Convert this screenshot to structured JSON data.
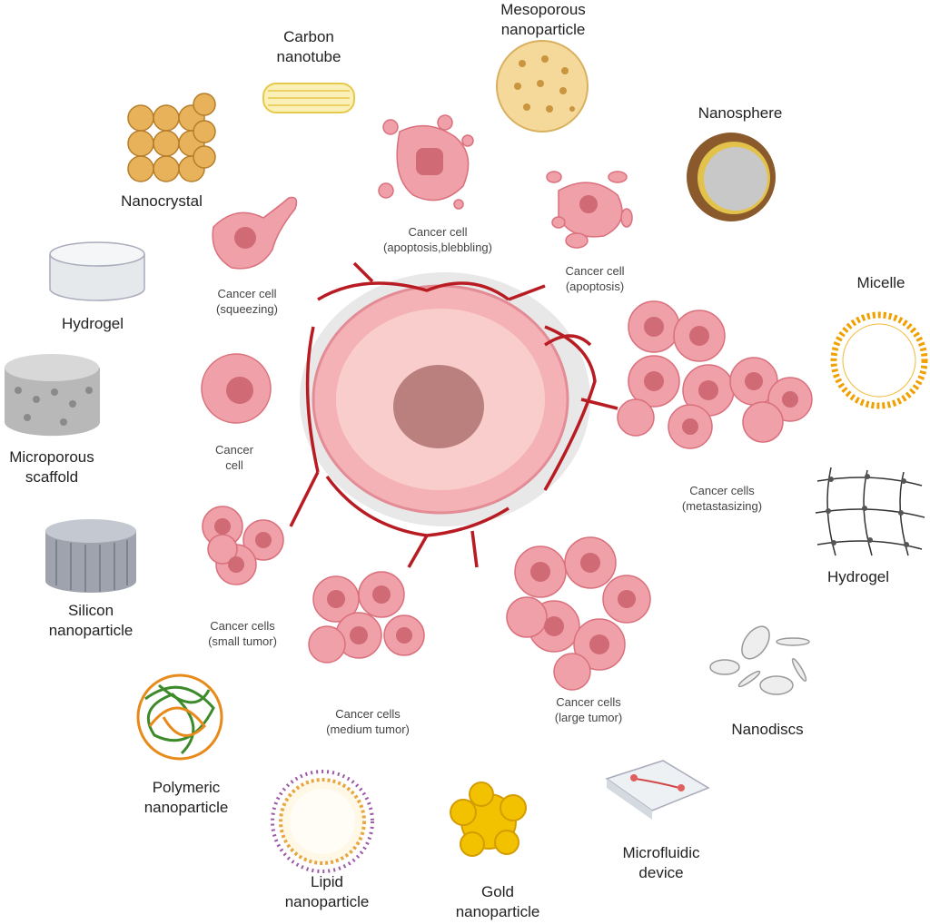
{
  "title": "Nanomaterials surrounding tumor and cancer cell states",
  "colors": {
    "cell": "#f0a0a8",
    "cell_stroke": "#d9707c",
    "nucleus": "#d06a75",
    "vessel": "#b81c22",
    "gold": "#f2c200",
    "text": "#222222"
  },
  "nanomaterials": [
    {
      "id": "carbon-nanotube",
      "lines": [
        "Carbon",
        "nanotube"
      ]
    },
    {
      "id": "mesoporous-nanoparticle",
      "lines": [
        "Mesoporous",
        "nanoparticle"
      ]
    },
    {
      "id": "nanosphere",
      "lines": [
        "Nanosphere"
      ]
    },
    {
      "id": "nanocrystal",
      "lines": [
        "Nanocrystal"
      ]
    },
    {
      "id": "hydrogel-left",
      "lines": [
        "Hydrogel"
      ]
    },
    {
      "id": "micelle",
      "lines": [
        "Micelle"
      ]
    },
    {
      "id": "microporous-scaffold",
      "lines": [
        "Microporous",
        "scaffold"
      ]
    },
    {
      "id": "silicon-nanoparticle",
      "lines": [
        "Silicon",
        "nanoparticle"
      ]
    },
    {
      "id": "hydrogel-right",
      "lines": [
        "Hydrogel"
      ]
    },
    {
      "id": "nanodiscs",
      "lines": [
        "Nanodiscs"
      ]
    },
    {
      "id": "polymeric-nanoparticle",
      "lines": [
        "Polymeric",
        "nanoparticle"
      ]
    },
    {
      "id": "lipid-nanoparticle",
      "lines": [
        "Lipid",
        "nanoparticle"
      ]
    },
    {
      "id": "gold-nanoparticle",
      "lines": [
        "Gold",
        "nanoparticle"
      ]
    },
    {
      "id": "microfluidic-device",
      "lines": [
        "Microfluidic",
        "device"
      ]
    }
  ],
  "cells": [
    {
      "id": "apoptosis-blebbling",
      "lines": [
        "Cancer cell",
        "(apoptosis,blebbling)"
      ]
    },
    {
      "id": "apoptosis",
      "lines": [
        "Cancer cell",
        "(apoptosis)"
      ]
    },
    {
      "id": "squeezing",
      "lines": [
        "Cancer cell",
        "(squeezing)"
      ]
    },
    {
      "id": "single",
      "lines": [
        "Cancer",
        "cell"
      ]
    },
    {
      "id": "metastasizing",
      "lines": [
        "Cancer cells",
        "(metastasizing)"
      ]
    },
    {
      "id": "small-tumor",
      "lines": [
        "Cancer cells",
        "(small tumor)"
      ]
    },
    {
      "id": "medium-tumor",
      "lines": [
        "Cancer cells",
        "(medium tumor)"
      ]
    },
    {
      "id": "large-tumor",
      "lines": [
        "Cancer cells",
        "(large tumor)"
      ]
    }
  ]
}
